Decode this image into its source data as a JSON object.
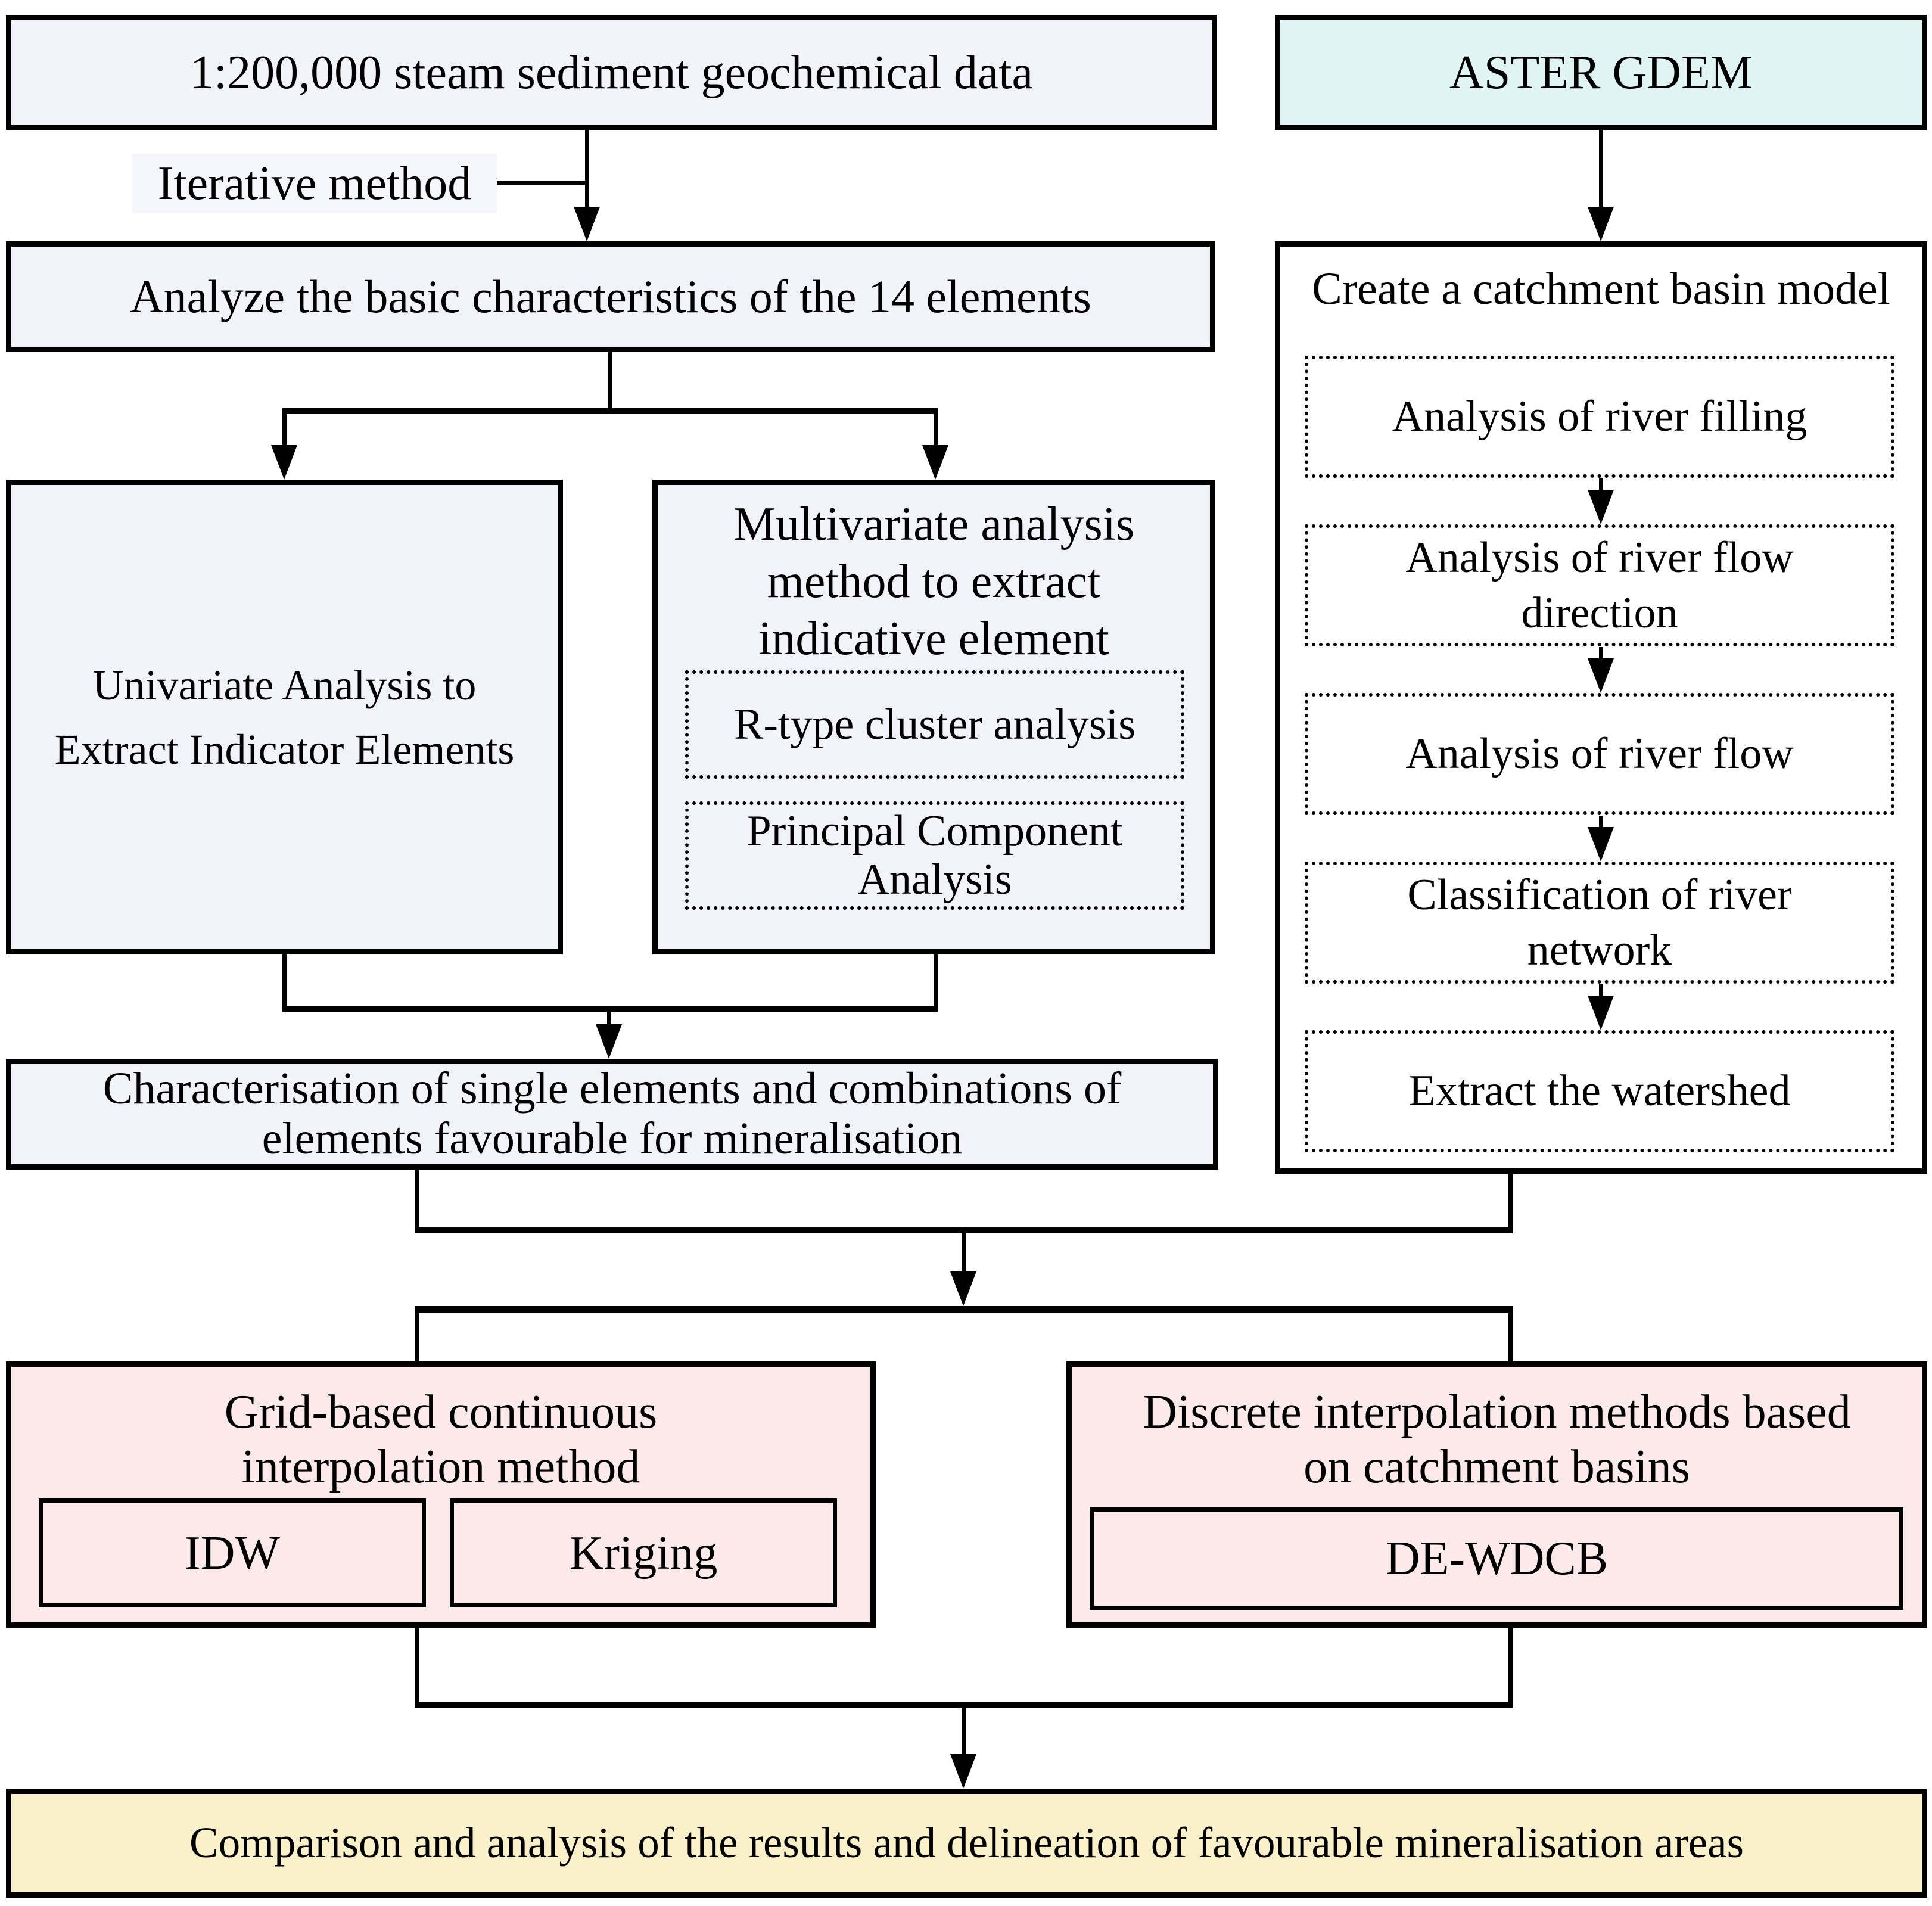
{
  "diagram": {
    "nodes": {
      "streamData": {
        "label": "1:200,000 steam sediment geochemical data"
      },
      "asterGdem": {
        "label": "ASTER GDEM"
      },
      "iterativeMethod": {
        "label": "Iterative method"
      },
      "analyzeElements": {
        "label": "Analyze the basic characteristics of the 14 elements"
      },
      "univariate": {
        "label": "Univariate Analysis to Extract Indicator Elements"
      },
      "multivariate": {
        "label": "Multivariate analysis method to extract indicative element"
      },
      "rTypeCluster": {
        "label": "R-type cluster analysis"
      },
      "pca": {
        "label": "Principal Component Analysis"
      },
      "catchmentModel": {
        "label": "Create a catchment basin model"
      },
      "riverFilling": {
        "label": "Analysis of river filling"
      },
      "riverFlowDirection": {
        "label": "Analysis of river flow direction"
      },
      "riverFlow": {
        "label": "Analysis of river flow"
      },
      "riverNetwork": {
        "label": "Classification of river network"
      },
      "extractWatershed": {
        "label": "Extract the watershed"
      },
      "characterisation": {
        "label": "Characterisation of single elements and combinations of elements favourable for mineralisation"
      },
      "gridBased": {
        "label": "Grid-based continuous interpolation method"
      },
      "idw": {
        "label": "IDW"
      },
      "kriging": {
        "label": "Kriging"
      },
      "discrete": {
        "label": "Discrete interpolation methods based on catchment basins"
      },
      "deWdcb": {
        "label": "DE-WDCB"
      },
      "comparison": {
        "label": "Comparison and analysis of the results and delineation of favourable mineralisation areas"
      }
    },
    "colors": {
      "lavenderBox": "#F2F2FB",
      "labelBackground": "#F5F5FC",
      "cyanBox": "#E0F4F4",
      "pinkBox": "#FCEAEA",
      "yellowBox": "#FAF0CA",
      "containerBackground": "#FFFFFF",
      "lineColor": "#000000"
    }
  }
}
